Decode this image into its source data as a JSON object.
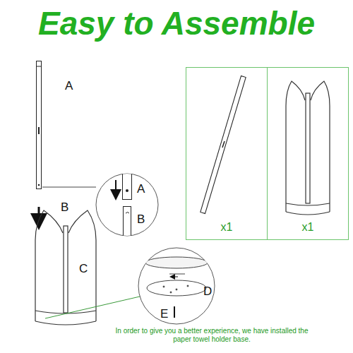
{
  "diagram": {
    "title": "Easy to Assemble",
    "caption": "In order to give you a better experience, we have installed the paper towel holder base.",
    "nodes": [
      {
        "text": [
          "x1"
        ]
      },
      {
        "text": [
          "x1"
        ]
      }
    ],
    "labels": [
      "A",
      "A",
      "B",
      "B",
      "C",
      "D",
      "E"
    ]
  }
}
